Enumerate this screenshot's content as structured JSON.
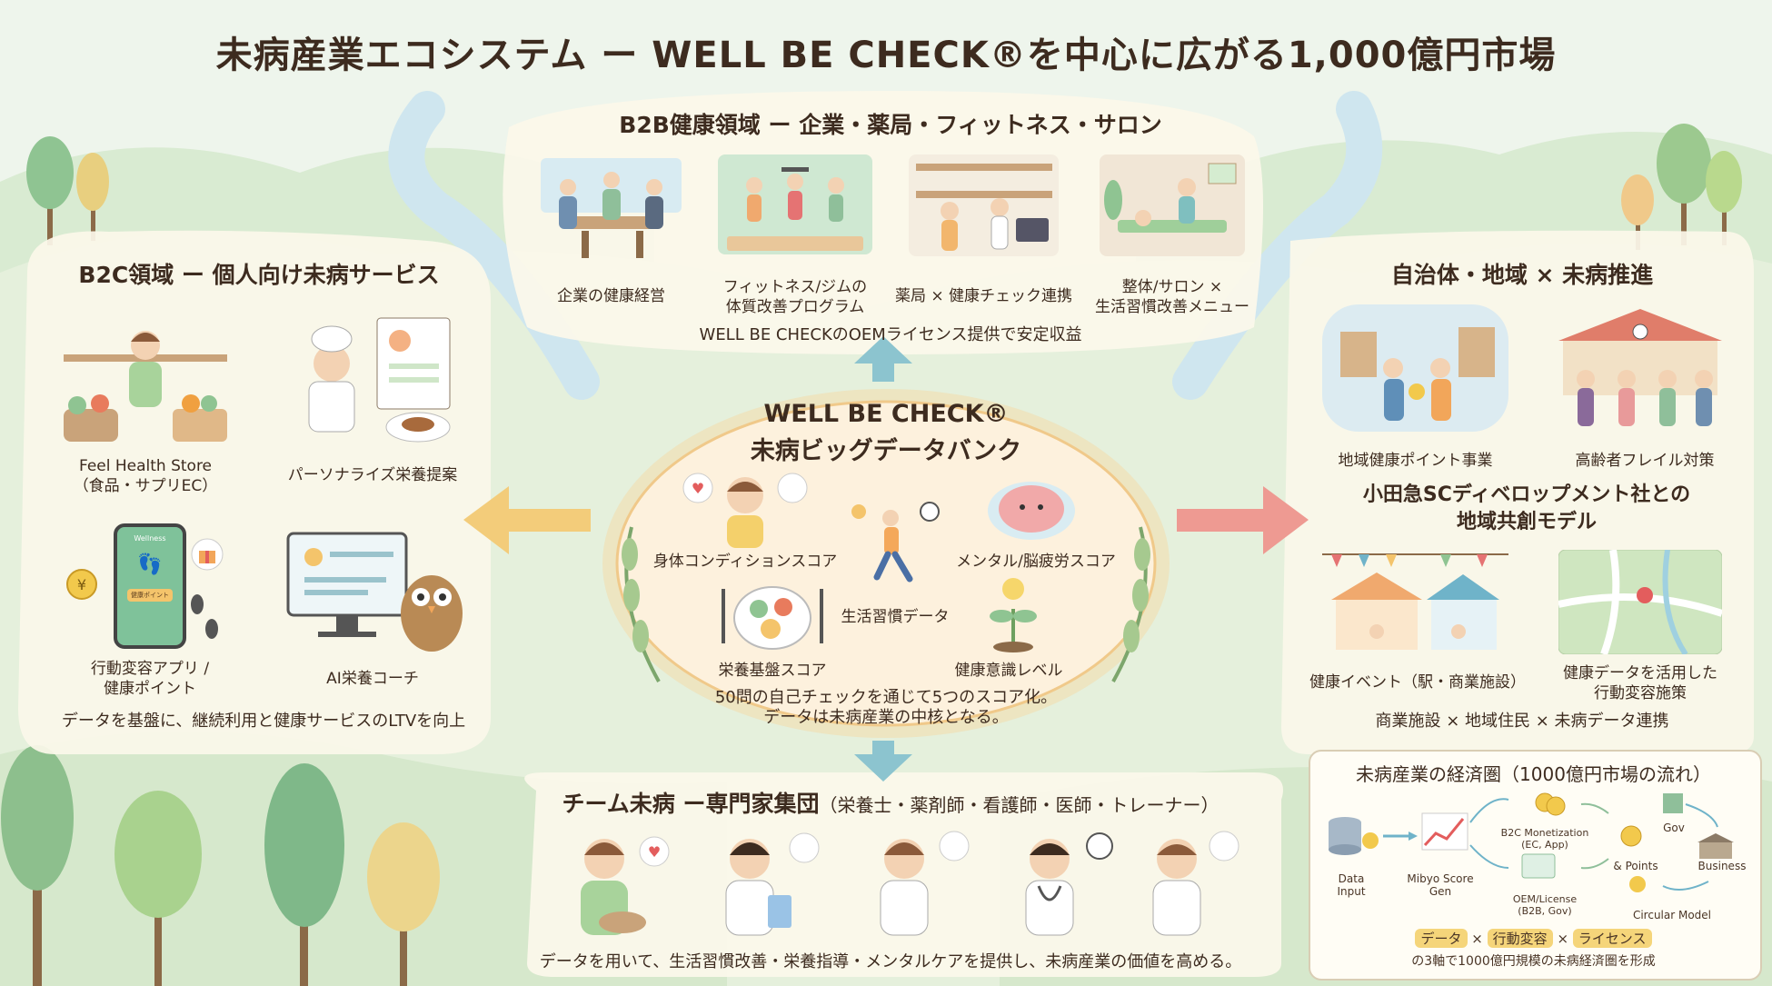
{
  "title": "未病産業エコシステム ー WELL BE CHECK®を中心に広がる1,000億円市場",
  "b2b": {
    "heading": "B2B健康領域 ー 企業・薬局・フィットネス・サロン",
    "items": [
      "企業の健康経営",
      "フィットネス/ジムの\n体質改善プログラム",
      "薬局 × 健康チェック連携",
      "整体/サロン ×\n生活習慣改善メニュー"
    ],
    "note": "WELL BE CHECKのOEMライセンス提供で安定収益"
  },
  "b2c": {
    "heading": "B2C領域 ー 個人向け未病サービス",
    "items": [
      "Feel Health Store\n（食品・サプリEC）",
      "パーソナライズ栄養提案",
      "行動変容アプリ /\n健康ポイント",
      "AI栄養コーチ"
    ],
    "note": "データを基盤に、継続利用と健康サービスのLTVを向上",
    "app_label": "Wellness",
    "app_button": "健康ポイント"
  },
  "center": {
    "title1": "WELL BE CHECK®",
    "title2": "未病ビッグデータバンク",
    "scores": [
      "身体コンディションスコア",
      "メンタル/脳疲労スコア",
      "生活習慣データ",
      "栄養基盤スコア",
      "健康意識レベル"
    ],
    "note": "50問の自己チェックを通じて5つのスコア化。\nデータは未病産業の中核となる。"
  },
  "local": {
    "heading": "自治体・地域 × 未病推進",
    "items": [
      "地域健康ポイント事業",
      "高齢者フレイル対策"
    ],
    "model": "小田急SCディベロップメント社との\n地域共創モデル",
    "items2": [
      "健康イベント（駅・商業施設）",
      "健康データを活用した\n行動変容施策"
    ],
    "note": "商業施設 × 地域住民 × 未病データ連携"
  },
  "team": {
    "heading": "チーム未病 ー専門家集団",
    "sub": "（栄養士・薬剤師・看護師・医師・トレーナー）",
    "note": "データを用いて、生活習慣改善・栄養指導・メンタルケアを提供し、未病産業の価値を高める。"
  },
  "economy": {
    "heading": "未病産業の経済圏（1000億円市場の流れ）",
    "data_input": "Data\nInput",
    "score_gen": "Mibyo Score\nGen",
    "b2c_mon": "B2C Monetization\n(EC, App)",
    "oem": "OEM/License\n(B2B, Gov)",
    "points": "& Points",
    "gov": "Gov",
    "business": "Business",
    "circular": "Circular Model",
    "pill1": "データ",
    "pill2": "行動変容",
    "pill3": "ライセンス",
    "times": "×",
    "footer": "の3軸で1000億円規模の未病経済圏を形成"
  },
  "colors": {
    "bg": "#eef5ec",
    "arrow_left": "#f3cc7a",
    "arrow_right": "#ee9a92",
    "arrow_vert": "#8cc4cf",
    "center_fill": "#fdf1dd"
  }
}
